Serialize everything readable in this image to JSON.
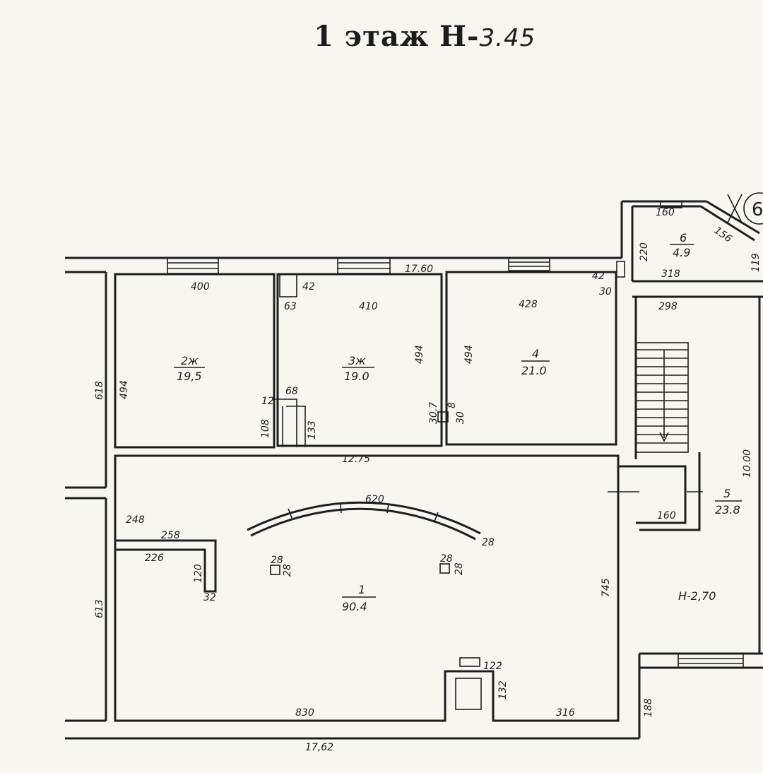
{
  "title": {
    "main": "1 этаж Н-",
    "handwritten": "3.45"
  },
  "axis_marker": "6",
  "rooms": [
    {
      "number": "1",
      "area": "90.4"
    },
    {
      "number": "2ж",
      "area": "19,5"
    },
    {
      "number": "3ж",
      "area": "19.0"
    },
    {
      "number": "4",
      "area": "21.0"
    },
    {
      "number": "5",
      "area": "23.8"
    },
    {
      "number": "6",
      "area": "4.9"
    }
  ],
  "height_label": "Н-2,70",
  "dims": {
    "top_total": "17.60",
    "bottom_total": "17,62",
    "corridor_width": "12.75",
    "r2_top": "400",
    "r2_side": "494",
    "r3_top": "410",
    "r3_side": "494",
    "r4_top": "428",
    "r4_side": "494",
    "r4_corner_a": "42",
    "r4_corner_b": "30",
    "niche_a": "42",
    "niche_b": "63",
    "wall_left_top": "618",
    "wall_left_bottom": "613",
    "part_a": "12",
    "part_b": "68",
    "part_c": "108",
    "part_d": "133",
    "col_a": "30.7",
    "col_b": "8",
    "col_c": "30",
    "r1_248": "248",
    "arc_len": "620",
    "arc_end": "28",
    "l_top": "258",
    "l_inner": "226",
    "l_side": "120",
    "l_bottom": "32",
    "pier_a": "28",
    "pier_b": "28",
    "pier_c": "28",
    "pier_d": "28",
    "r1_side": "745",
    "bottom_left": "830",
    "bottom_right": "316",
    "step": "122",
    "step_side": "132",
    "outer_right": "188",
    "r6_top": "160",
    "r6_diag": "156",
    "r6_left": "220",
    "r6_right": "119",
    "r6_bottom": "318",
    "stair_top": "298",
    "stair_side": "10.00",
    "landing": "160"
  }
}
